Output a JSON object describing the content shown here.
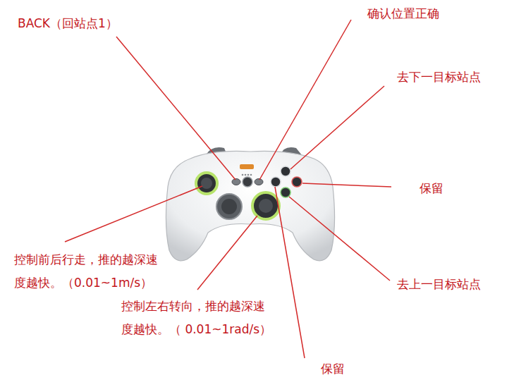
{
  "diagram": {
    "labels": [
      "BACK（回站点1）",
      "确认位置正确",
      "去下一目标站点",
      "保留",
      "控制前后行走，推的越深速 度越快。（0.01~1m/s）",
      "控制左右转向，推的越深速 度越快。（ 0.01~1rad/s）",
      "保留",
      "去上一目标站点"
    ]
  }
}
